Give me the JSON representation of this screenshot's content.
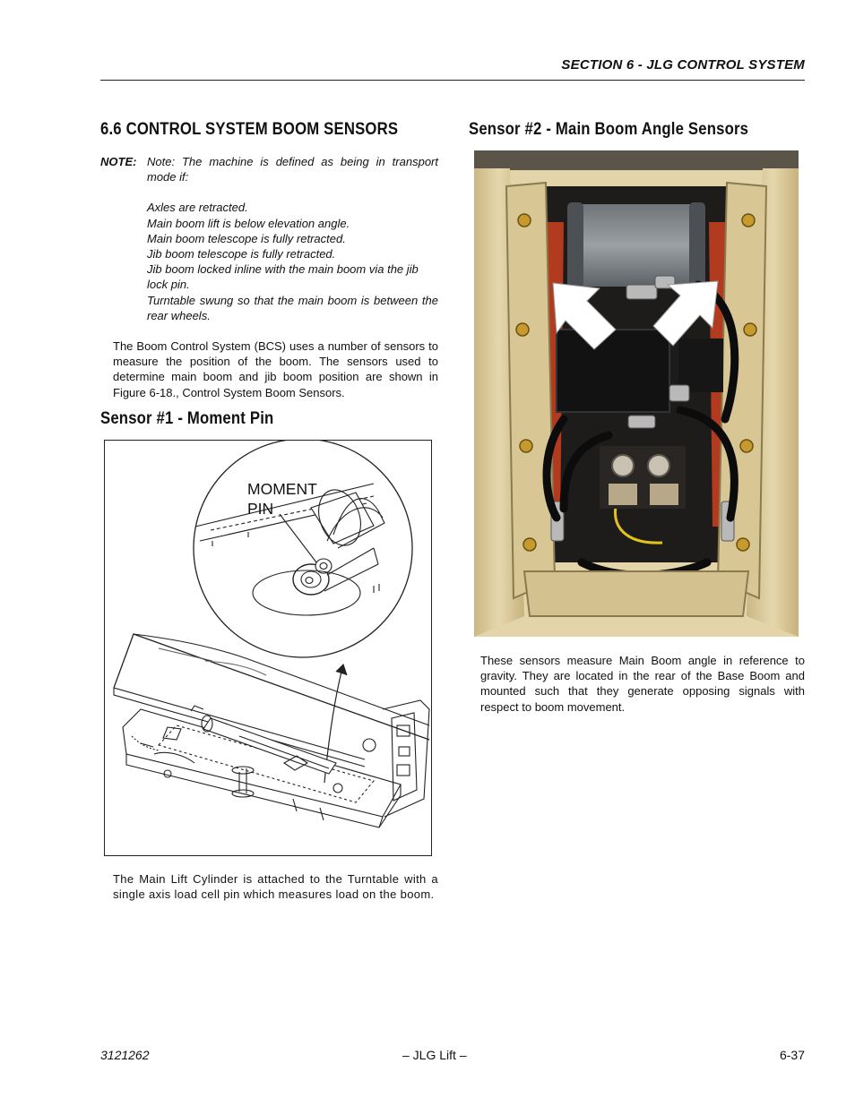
{
  "header": {
    "section_title": "SECTION 6 - JLG CONTROL SYSTEM"
  },
  "section": {
    "title": "6.6   CONTROL SYSTEM BOOM SENSORS"
  },
  "note": {
    "label": "NOTE:",
    "intro": "Note: The machine is defined as being in transport mode if:",
    "conditions": [
      "Axles are retracted.",
      "Main boom lift is below elevation angle.",
      "Main boom telescope is fully retracted.",
      "Jib boom telescope is fully retracted.",
      "Jib boom locked inline with the main boom via the jib lock pin.",
      "Turntable swung so that the main boom is between the rear wheels."
    ]
  },
  "bcs_paragraph": "The Boom Control System (BCS) uses a number of sensors to measure the position of the boom. The sensors used to determine main boom and jib boom position are shown in Figure 6-18., Control System Boom Sensors.",
  "sensor1": {
    "title": "Sensor #1 - Moment Pin",
    "figure_label_line1": "MOMENT",
    "figure_label_line2": "PIN",
    "description": "The Main Lift Cylinder is attached to the Turntable with a single axis load cell pin which measures load on the boom."
  },
  "sensor2": {
    "title": "Sensor #2 - Main Boom Angle Sensors",
    "description": "These sensors measure Main Boom angle in reference to gravity. They are located in the rear of the Base Boom and mounted such that they generate opposing signals with respect to boom movement."
  },
  "footer": {
    "doc_number": "3121262",
    "center": "– JLG Lift –",
    "page": "6-37"
  }
}
